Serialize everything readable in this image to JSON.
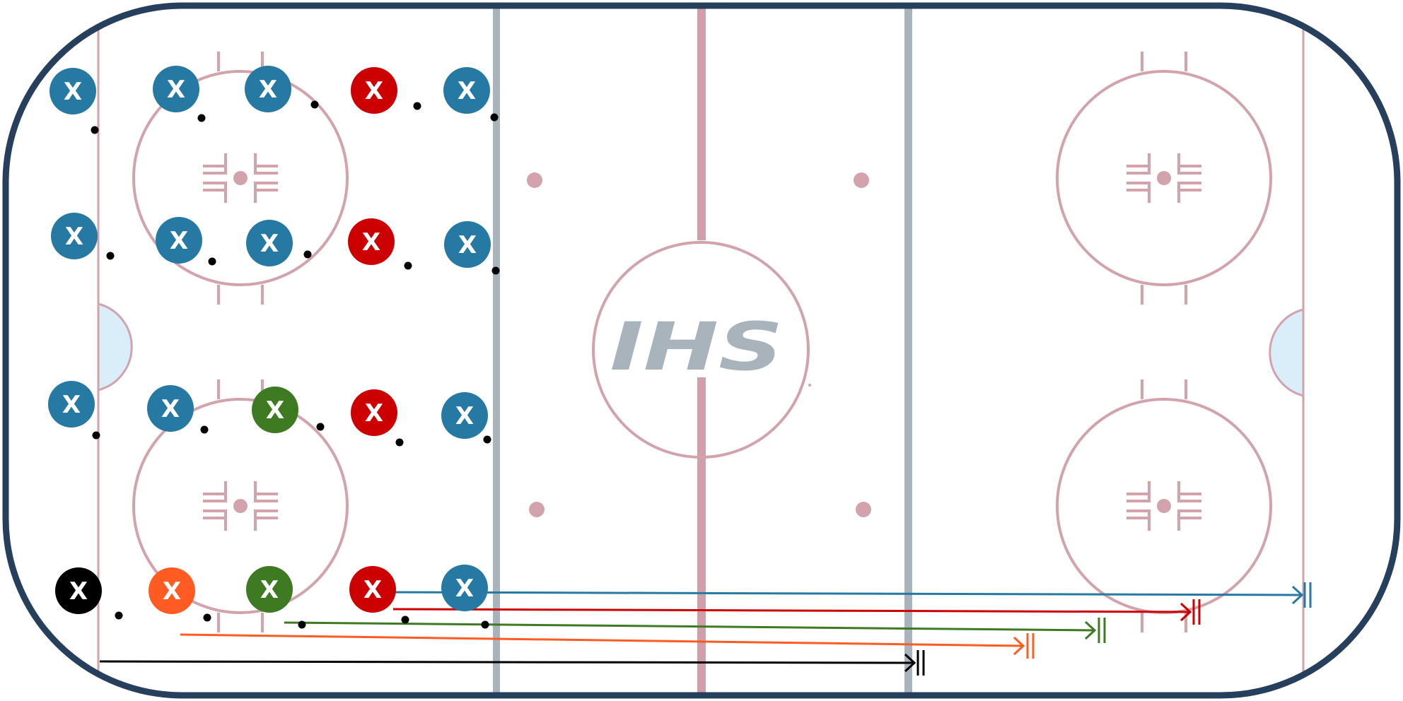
{
  "logo": {
    "text": "IHS",
    "color": "#a9b3bc"
  },
  "colors": {
    "board": "#263f5c",
    "rink_lines": "#d2a3ad",
    "blue_line": "#a9b3bc",
    "center_line": "#cfa0a9",
    "crease": "#d9eef8",
    "puck": "#000000"
  },
  "players": [
    {
      "label": "X",
      "color": "#2579a2"
    },
    {
      "label": "X",
      "color": "#2579a2"
    },
    {
      "label": "X",
      "color": "#2579a2"
    },
    {
      "label": "X",
      "color": "#cc0000"
    },
    {
      "label": "X",
      "color": "#2579a2"
    },
    {
      "label": "X",
      "color": "#2579a2"
    },
    {
      "label": "X",
      "color": "#2579a2"
    },
    {
      "label": "X",
      "color": "#2579a2"
    },
    {
      "label": "X",
      "color": "#cc0000"
    },
    {
      "label": "X",
      "color": "#2579a2"
    },
    {
      "label": "X",
      "color": "#2579a2"
    },
    {
      "label": "X",
      "color": "#2579a2"
    },
    {
      "label": "X",
      "color": "#3d7a22"
    },
    {
      "label": "X",
      "color": "#cc0000"
    },
    {
      "label": "X",
      "color": "#2579a2"
    },
    {
      "label": "X",
      "color": "#000000"
    },
    {
      "label": "X",
      "color": "#ff5b23"
    },
    {
      "label": "X",
      "color": "#3d7a22"
    },
    {
      "label": "X",
      "color": "#cc0000"
    },
    {
      "label": "X",
      "color": "#2579a2"
    }
  ],
  "skating_paths": [
    {
      "color": "#2579a2",
      "ending": "stop"
    },
    {
      "color": "#cc0000",
      "ending": "stop"
    },
    {
      "color": "#3d7a22",
      "ending": "stop"
    },
    {
      "color": "#ff5b23",
      "ending": "stop"
    },
    {
      "color": "#000000",
      "ending": "stop"
    }
  ]
}
